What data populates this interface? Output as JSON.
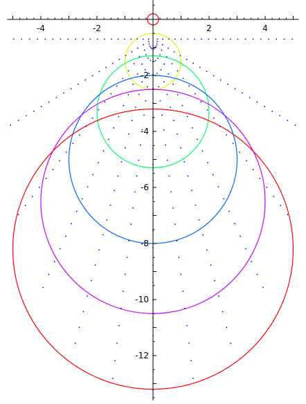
{
  "chart_data": {
    "type": "scatter",
    "title": "",
    "xlabel": "",
    "ylabel": "",
    "xlim": [
      -5.2,
      5.2
    ],
    "ylim": [
      -13.6,
      0.7
    ],
    "grid": false,
    "x_ticks": [
      {
        "value": -4,
        "label": "-4"
      },
      {
        "value": -2,
        "label": "-2"
      },
      {
        "value": 2,
        "label": "2"
      },
      {
        "value": 4,
        "label": "4"
      }
    ],
    "y_ticks": [
      {
        "value": -2,
        "label": "-2"
      },
      {
        "value": -4,
        "label": "-4"
      },
      {
        "value": -6,
        "label": "-6"
      },
      {
        "value": -8,
        "label": "-8"
      },
      {
        "value": -10,
        "label": "-10"
      },
      {
        "value": -12,
        "label": "-12"
      }
    ],
    "circles": [
      {
        "cx": 0,
        "cy": 0,
        "r": 0.2,
        "color": "#ff0000"
      },
      {
        "cx": 0,
        "cy": -1.5,
        "r": 1.0,
        "color": "#ccff00"
      },
      {
        "cx": 0,
        "cy": -3.3,
        "r": 2.0,
        "color": "#00ff66"
      },
      {
        "cx": 0,
        "cy": -5.0,
        "r": 3.0,
        "color": "#0066ff"
      },
      {
        "cx": 0,
        "cy": -6.5,
        "r": 4.0,
        "color": "#cc00ff"
      },
      {
        "cx": 0,
        "cy": -8.2,
        "r": 5.0,
        "color": "#ff0000"
      }
    ],
    "dot_color": "#0000ff",
    "dot_rays_deg": [
      -90,
      -75,
      -60,
      -45,
      -30,
      -15,
      0,
      15,
      30,
      45,
      60,
      75,
      90
    ],
    "dot_steps": 22
  }
}
